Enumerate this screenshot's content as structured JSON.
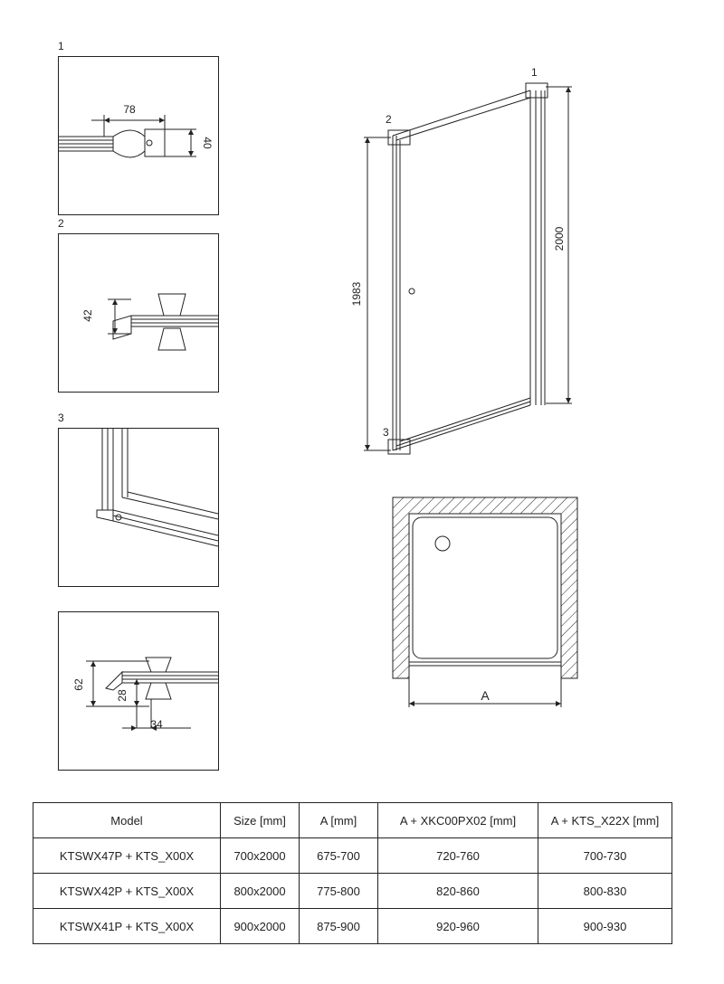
{
  "details": [
    {
      "label": "1",
      "dims": [
        "78",
        "40"
      ]
    },
    {
      "label": "2",
      "dims": [
        "42"
      ]
    },
    {
      "label": "3",
      "dims": []
    },
    {
      "label": "",
      "dims": [
        "62",
        "28",
        "34"
      ]
    }
  ],
  "main_drawing": {
    "callouts": [
      "1",
      "2",
      "3"
    ],
    "height_outer": "2000",
    "height_inner": "1983"
  },
  "plan": {
    "width_label": "A"
  },
  "table": {
    "headers": [
      "Model",
      "Size [mm]",
      "A [mm]",
      "A + XKC00PX02 [mm]",
      "A + KTS_X22X [mm]"
    ],
    "rows": [
      [
        "KTSWX47P + KTS_X00X",
        "700x2000",
        "675-700",
        "720-760",
        "700-730"
      ],
      [
        "KTSWX42P + KTS_X00X",
        "800x2000",
        "775-800",
        "820-860",
        "800-830"
      ],
      [
        "KTSWX41P + KTS_X00X",
        "900x2000",
        "875-900",
        "920-960",
        "900-930"
      ]
    ]
  }
}
